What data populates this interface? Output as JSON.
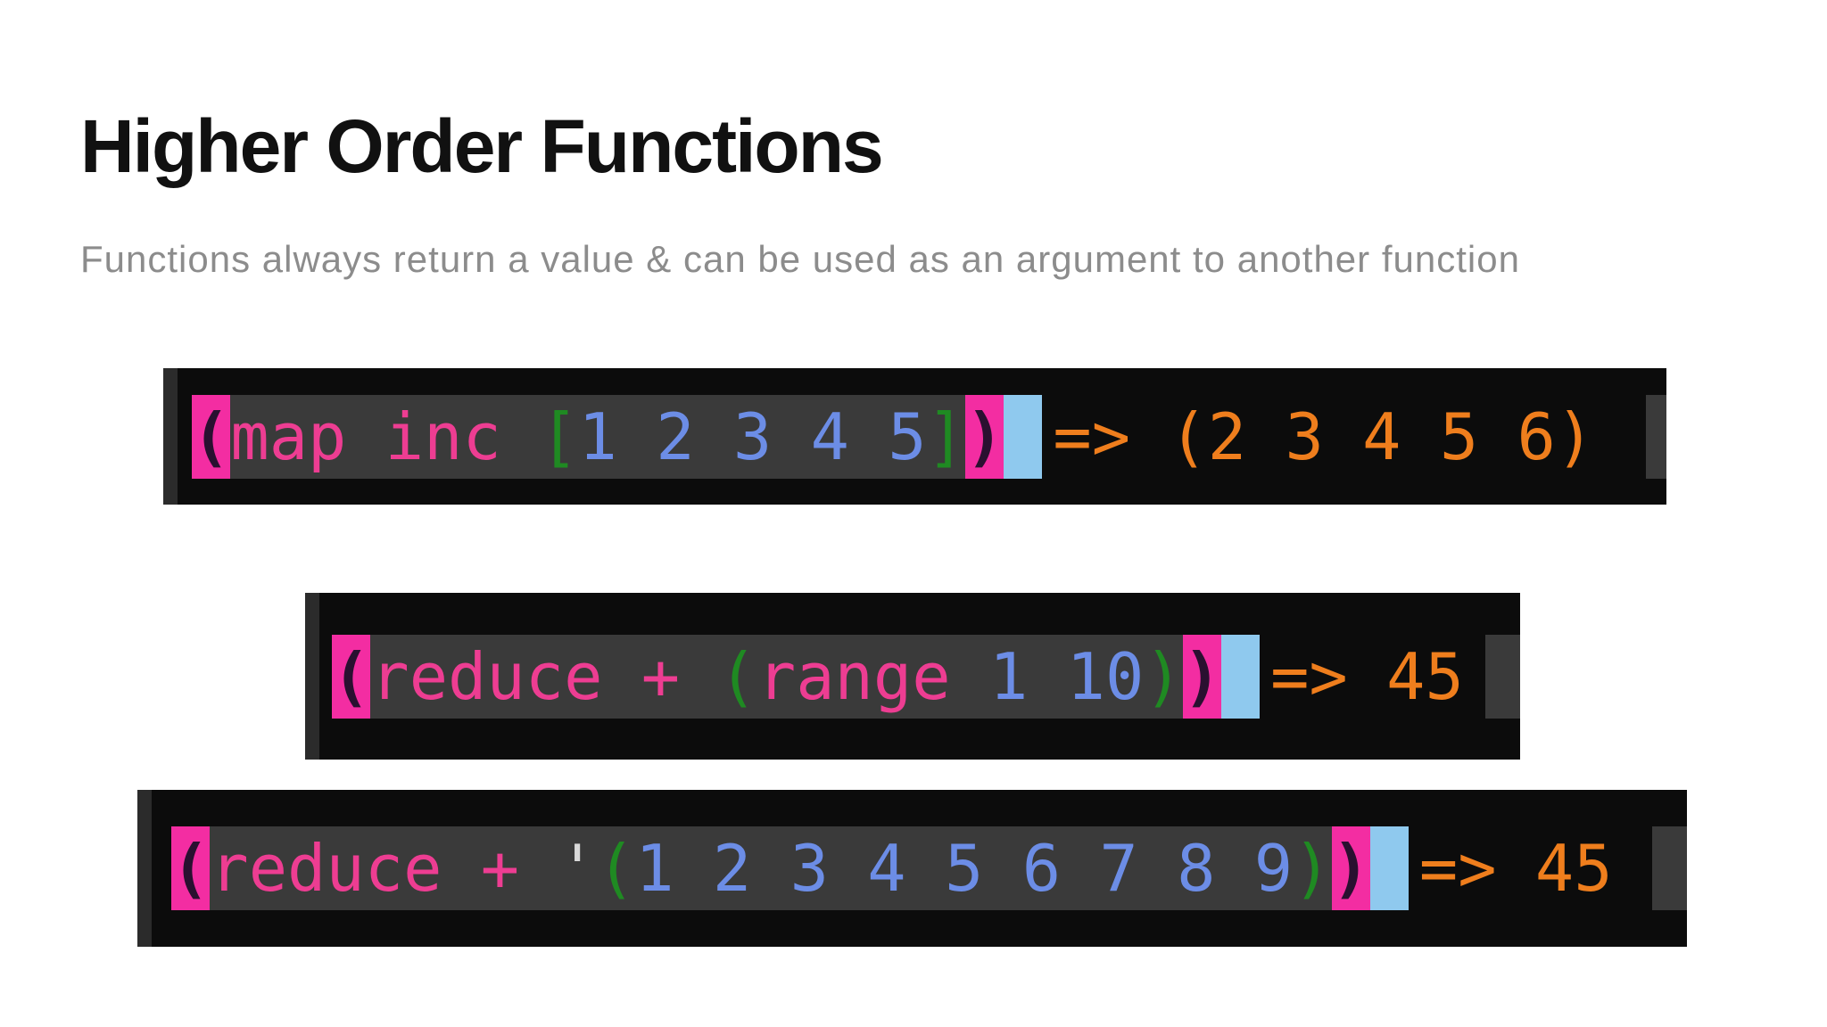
{
  "title": "Higher Order Functions",
  "subtitle": "Functions always return a value & can be used as an argument to another function",
  "colors": {
    "block_bg": "#0c0c0c",
    "strip": "#2b2b2b",
    "row_bg": "#3a3a3a",
    "pink_text": "#ed3d92",
    "pink_highlight": "#f32da2",
    "paren_glyph": "#2a1030",
    "green": "#1f8a22",
    "blue": "#6c8de6",
    "quote": "#d9d9d9",
    "cursor": "#8fc9ee",
    "orange": "#ef7e1d"
  },
  "snippets": [
    {
      "name": "map-inc",
      "code_text": "(map inc [1 2 3 4 5])",
      "result_text": "=> (2 3 4 5 6)",
      "tokens": [
        {
          "t": "(",
          "style": "paren-hl"
        },
        {
          "t": "map inc ",
          "style": "pink"
        },
        {
          "t": "[",
          "style": "green"
        },
        {
          "t": "1 2 3 4 5",
          "style": "blue"
        },
        {
          "t": "]",
          "style": "green"
        },
        {
          "t": ")",
          "style": "paren-hl"
        },
        {
          "t": " ",
          "style": "cursor"
        }
      ]
    },
    {
      "name": "reduce-range",
      "code_text": "(reduce + (range 1 10))",
      "result_text": "=> 45",
      "tokens": [
        {
          "t": "(",
          "style": "paren-hl"
        },
        {
          "t": "reduce + ",
          "style": "pink"
        },
        {
          "t": "(",
          "style": "green"
        },
        {
          "t": "range ",
          "style": "pink"
        },
        {
          "t": "1 10",
          "style": "blue"
        },
        {
          "t": ")",
          "style": "green"
        },
        {
          "t": ")",
          "style": "paren-hl"
        },
        {
          "t": " ",
          "style": "cursor"
        }
      ]
    },
    {
      "name": "reduce-list",
      "code_text": "(reduce + '(1 2 3 4 5 6 7 8 9))",
      "result_text": "=> 45",
      "tokens": [
        {
          "t": "(",
          "style": "paren-hl"
        },
        {
          "t": "reduce + ",
          "style": "pink"
        },
        {
          "t": "'",
          "style": "quote"
        },
        {
          "t": "(",
          "style": "green"
        },
        {
          "t": "1 2 3 4 5 6 7 8 9",
          "style": "blue"
        },
        {
          "t": ")",
          "style": "green"
        },
        {
          "t": ")",
          "style": "paren-hl"
        },
        {
          "t": " ",
          "style": "cursor"
        }
      ]
    }
  ]
}
